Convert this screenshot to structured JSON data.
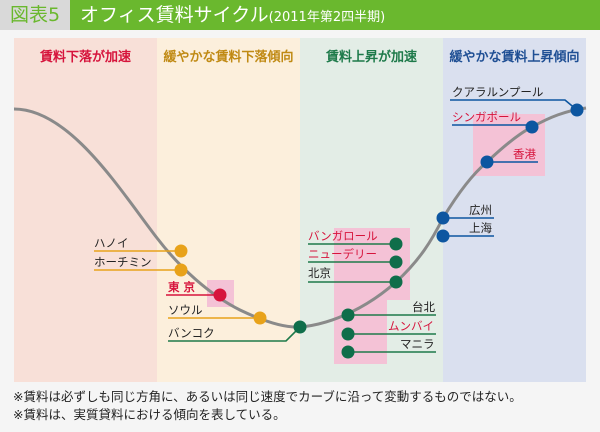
{
  "header": {
    "figure_label": "図表5",
    "title": "オフィス賃料サイクル",
    "subtitle": "(2011年第2四半期)"
  },
  "phases": [
    {
      "label": "賃料下落が加速",
      "bg": "#f8e0d8",
      "text_color": "#d6143c"
    },
    {
      "label": "緩やかな賃料下落傾向",
      "bg": "#fcefdc",
      "text_color": "#c08a14"
    },
    {
      "label": "賃料上昇が加速",
      "bg": "#e3ede6",
      "text_color": "#1e7a4a"
    },
    {
      "label": "緩やかな賃料上昇傾向",
      "bg": "#dae0ef",
      "text_color": "#1f4f94"
    }
  ],
  "cities": {
    "hanoi": "ハノイ",
    "hochiminh": "ホーチミン",
    "tokyo": "東 京",
    "seoul": "ソウル",
    "bangkok": "バンコク",
    "bangalore": "バンガロール",
    "newdelhi": "ニューデリー",
    "beijing": "北京",
    "taipei": "台北",
    "mumbai": "ムンバイ",
    "manila": "マニラ",
    "guangzhou": "広州",
    "shanghai": "上海",
    "hongkong": "香港",
    "singapore": "シンガポール",
    "kualalumpur": "クアラルンプール"
  },
  "colors": {
    "orange": "#e8a21a",
    "red": "#d6143c",
    "green": "#0f6e4a",
    "blue": "#0d56a0",
    "curve": "#8a8a8a",
    "highlight": "#f4c2d6"
  },
  "notes": [
    "※賃料は必ずしも同じ方角に、あるいは同じ速度でカーブに沿って変動するものではない。",
    "※賃料は、実質貸料における傾向を表している。"
  ]
}
